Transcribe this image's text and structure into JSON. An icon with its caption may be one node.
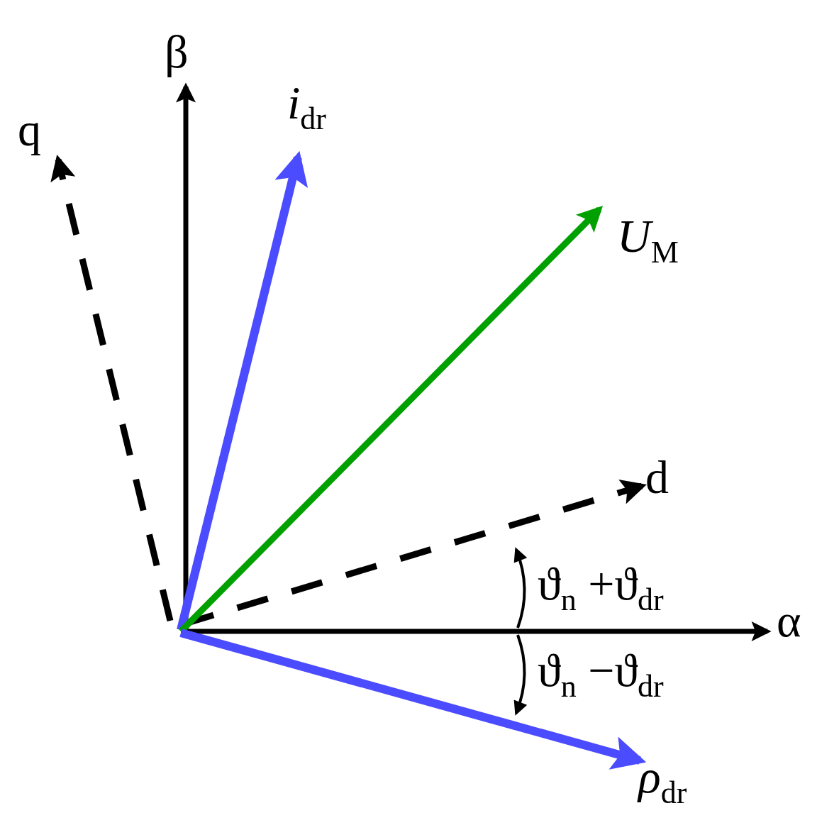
{
  "diagram": {
    "labels": [
      "β",
      "*i*$_{dr}$",
      "q",
      "*U*$_{M}$",
      "d",
      "ϑ$_{n}$ +ϑ$_{dr}$",
      "α",
      "ϑ$_{n}$ −ϑ$_{dr}$",
      "*ρ*$_{dr}$"
    ]
  }
}
